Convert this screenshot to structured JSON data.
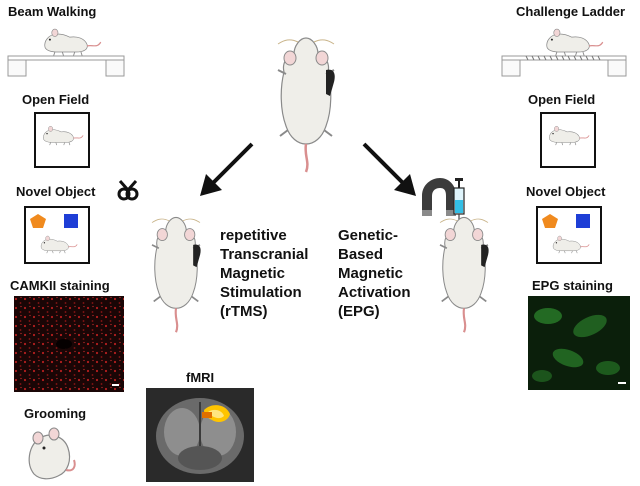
{
  "left_column": {
    "beam_walking": "Beam Walking",
    "open_field": "Open Field",
    "novel_object": "Novel Object",
    "camkii_staining": "CAMKII staining",
    "grooming": "Grooming"
  },
  "right_column": {
    "challenge_ladder": "Challenge Ladder",
    "open_field": "Open Field",
    "novel_object": "Novel Object",
    "epg_staining": "EPG staining"
  },
  "center": {
    "rtms_lines": [
      "repetitive",
      "Transcranial",
      "Magnetic",
      "Stimulation",
      "(rTMS)"
    ],
    "epg_lines": [
      "Genetic-",
      "Based",
      "Magnetic",
      "Activation",
      "(EPG)"
    ],
    "fmri_label": "fMRI"
  },
  "colors": {
    "camkii_bg": "#1a0606",
    "camkii_dots": "#b41e1e",
    "epg_green": "#2e8a2e",
    "fmri_activation": "#ffc400",
    "object_orange": "#f08a1e",
    "object_blue": "#1e3ed6",
    "syringe_cyan": "#33bfe6"
  },
  "icons": [
    "mouse-icon",
    "magnet-icon",
    "syringe-icon",
    "coil-icon",
    "arrow-icon"
  ]
}
